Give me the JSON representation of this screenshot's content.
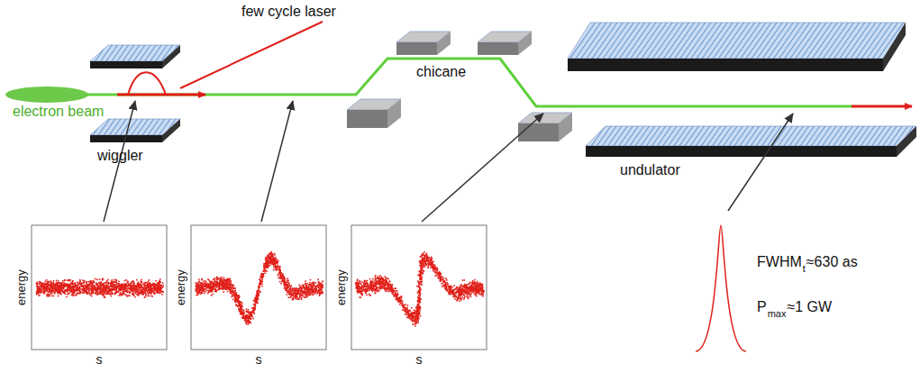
{
  "diagram": {
    "labels": [
      "few cycle laser",
      "electron beam",
      "wiggler",
      "chicane",
      "undulator",
      "energy",
      "s",
      "energy",
      "s",
      "energy",
      "s",
      "FWHM",
      "t",
      "≈630 as",
      "P",
      "max",
      "≈1 GW"
    ]
  }
}
